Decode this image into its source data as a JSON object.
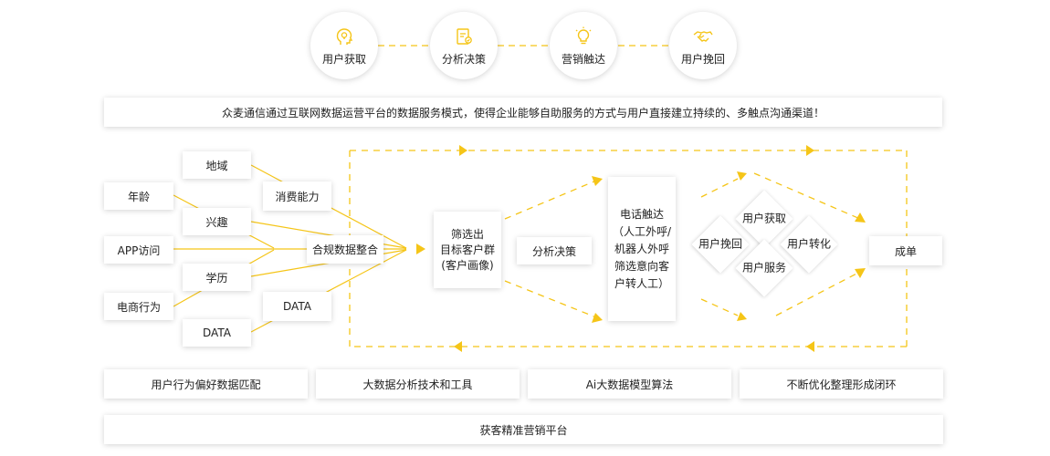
{
  "top_circles": [
    {
      "label": "用户获取",
      "icon": "head-lightbulb-icon"
    },
    {
      "label": "分析决策",
      "icon": "document-chart-icon"
    },
    {
      "label": "营销触达",
      "icon": "lightbulb-icon"
    },
    {
      "label": "用户挽回",
      "icon": "handshake-icon"
    }
  ],
  "banner": "众麦通信通过互联网数据运营平台的数据服务模式，使得企业能够自助服务的方式与用户直接建立持续的、多触点沟通渠道！",
  "left_sources": {
    "col1": [
      "年龄",
      "APP访问",
      "电商行为"
    ],
    "col2": [
      "地域",
      "兴趣",
      "学历",
      "DATA"
    ],
    "col3_top": "消费能力",
    "col3_bottom": "DATA",
    "merge": "合规数据整合"
  },
  "flow": {
    "filter": "筛选出\n目标客户群\n(客户画像)",
    "analysis": "分析决策",
    "phone": "电话触达\n（人工外呼/\n机器人外呼\n筛选意向客\n户转人工）",
    "diamond_labels": {
      "top": "用户获取",
      "left": "用户挽回",
      "right": "用户转化",
      "bottom": "用户服务"
    },
    "result": "成单"
  },
  "bottom_row": [
    "用户行为偏好数据匹配",
    "大数据分析技术和工具",
    "Ai大数据模型算法",
    "不断优化整理形成闭环"
  ],
  "footer": "获客精准营销平台",
  "colors": {
    "accent": "#f5c518",
    "line": "#f5c518",
    "text": "#222222"
  }
}
